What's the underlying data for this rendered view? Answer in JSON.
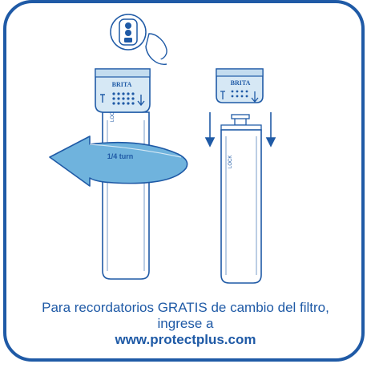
{
  "product": {
    "brand_left": "BRITA",
    "brand_right": "BRITA",
    "lock_left": "LOCK",
    "lock_right": "LOCK",
    "turn_label": "1/4 turn"
  },
  "caption": {
    "line1": "Para recordatorios GRATIS de cambio del filtro,",
    "line2": "ingrese a",
    "url": "www.protectplus.com"
  },
  "colors": {
    "border": "#1f5aa6",
    "arrow_fill": "#6fb3dd",
    "housing_fill": "#d6e8f5",
    "text": "#1f5aa6"
  },
  "icons": [
    "hand-icon",
    "indicator-dial-icon",
    "rotate-arrow-icon",
    "down-arrow-icon"
  ]
}
